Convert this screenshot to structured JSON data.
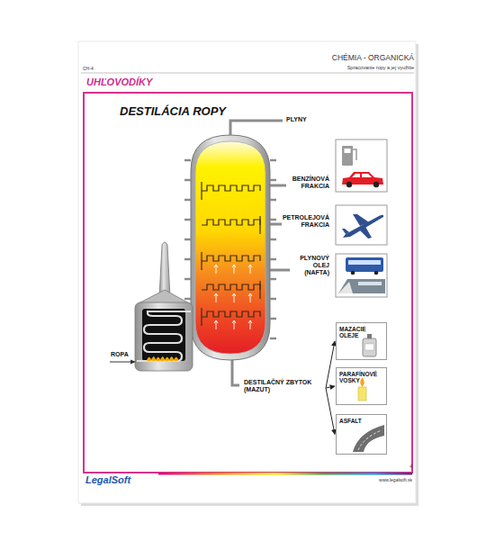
{
  "diagram": {
    "title": "DESTILÁCIA ROPY",
    "nodes": [
      {
        "text": [
          "DESTILAČNÝ ZBYTOK (MAZUT)"
        ]
      },
      {
        "text": [
          "MAZACIE OLEJE"
        ]
      },
      {
        "text": [
          "PARAFÍNOVÉ VOSKY"
        ]
      },
      {
        "text": [
          "ASFALT"
        ]
      }
    ],
    "edges": [
      {
        "from": 0,
        "to": 1,
        "arrow": "to"
      },
      {
        "from": 0,
        "to": 2,
        "arrow": "to"
      },
      {
        "from": 0,
        "to": 3,
        "arrow": "to"
      }
    ],
    "labels": [
      "CH-4",
      "CHÉMIA - ORGANICKÁ",
      "Spracovanie ropy a jej využitie",
      "UHĽOVODÍKY",
      "PLYNY",
      "BENZÍNOVÁ FRAKCIA",
      "PETROLEJOVÁ FRAKCIA",
      "PLYNOVÝ OLEJ (NAFTA)",
      "ROPA",
      "LegalSoft",
      "4",
      "www.legalsoft.sk"
    ]
  }
}
